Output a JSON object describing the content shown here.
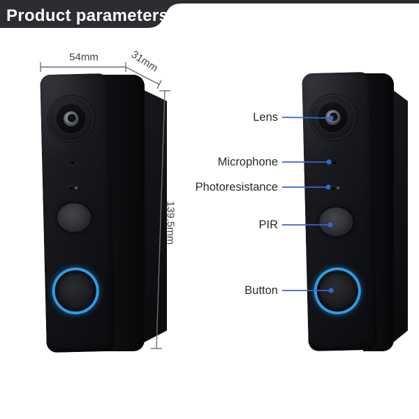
{
  "header": {
    "title": "Product parameters",
    "bar_color": "#2b2d31",
    "text_color": "#ffffff"
  },
  "dimensions": {
    "width_label": "54mm",
    "depth_label": "31mm",
    "height_label": "139.5mm"
  },
  "labels": [
    {
      "id": "lens",
      "text": "Lens"
    },
    {
      "id": "microphone",
      "text": "Microphone"
    },
    {
      "id": "photoresistance",
      "text": "Photoresistance"
    },
    {
      "id": "pir",
      "text": "PIR"
    },
    {
      "id": "button",
      "text": "Button"
    }
  ],
  "colors": {
    "leader_line": "#3a63d0",
    "dimension_line": "#6e6e72",
    "button_ring_glow": "#2f9ce6",
    "device_body": "#131418"
  }
}
